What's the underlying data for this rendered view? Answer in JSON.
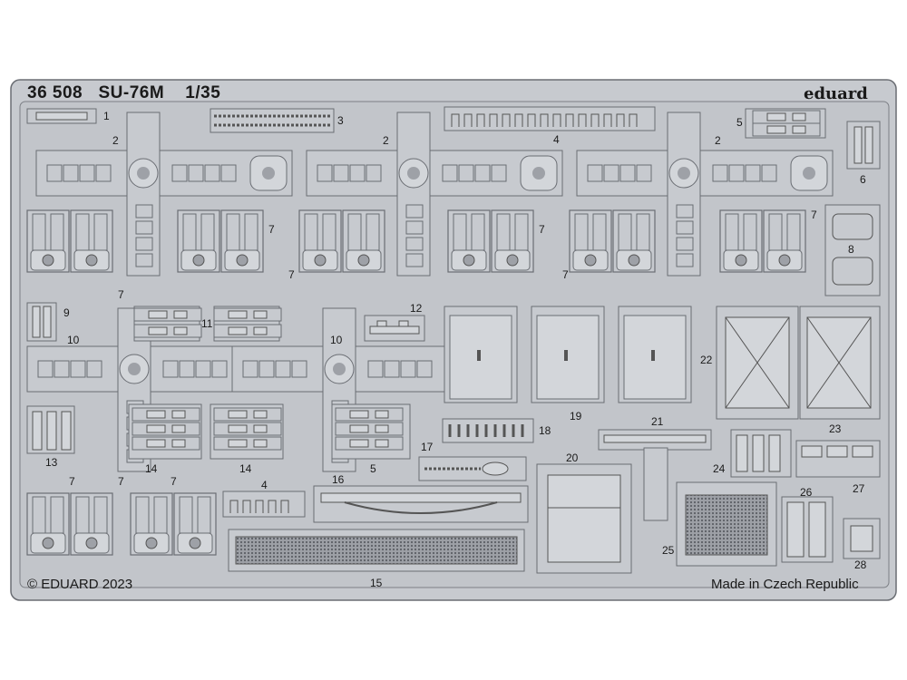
{
  "sheet": {
    "code": "36 508",
    "model": "SU-76M",
    "scale": "1/35",
    "brand": "eduard",
    "copyright": "© EDUARD 2023",
    "made_in": "Made in Czech Republic"
  },
  "part_numbers": {
    "p1": "1",
    "p2a": "2",
    "p2b": "2",
    "p2c": "2",
    "p3": "3",
    "p4a": "4",
    "p4b": "4",
    "p5a": "5",
    "p5b": "5",
    "p6": "6",
    "p7a": "7",
    "p7b": "7",
    "p7c": "7",
    "p7d": "7",
    "p7e": "7",
    "p7f": "7",
    "p7g": "7",
    "p7h": "7",
    "p7i": "7",
    "p8": "8",
    "p9": "9",
    "p10a": "10",
    "p10b": "10",
    "p11": "11",
    "p12": "12",
    "p13": "13",
    "p14a": "14",
    "p14b": "14",
    "p15": "15",
    "p16": "16",
    "p17": "17",
    "p18": "18",
    "p19": "19",
    "p20": "20",
    "p21": "21",
    "p22": "22",
    "p23": "23",
    "p24": "24",
    "p25": "25",
    "p26": "26",
    "p27": "27",
    "p28": "28"
  },
  "colors": {
    "background": "#ffffff",
    "metal": "#c7cacf",
    "metal_dark": "#b9bcc2",
    "line": "#6a6d73",
    "text": "#1a1a1a"
  }
}
